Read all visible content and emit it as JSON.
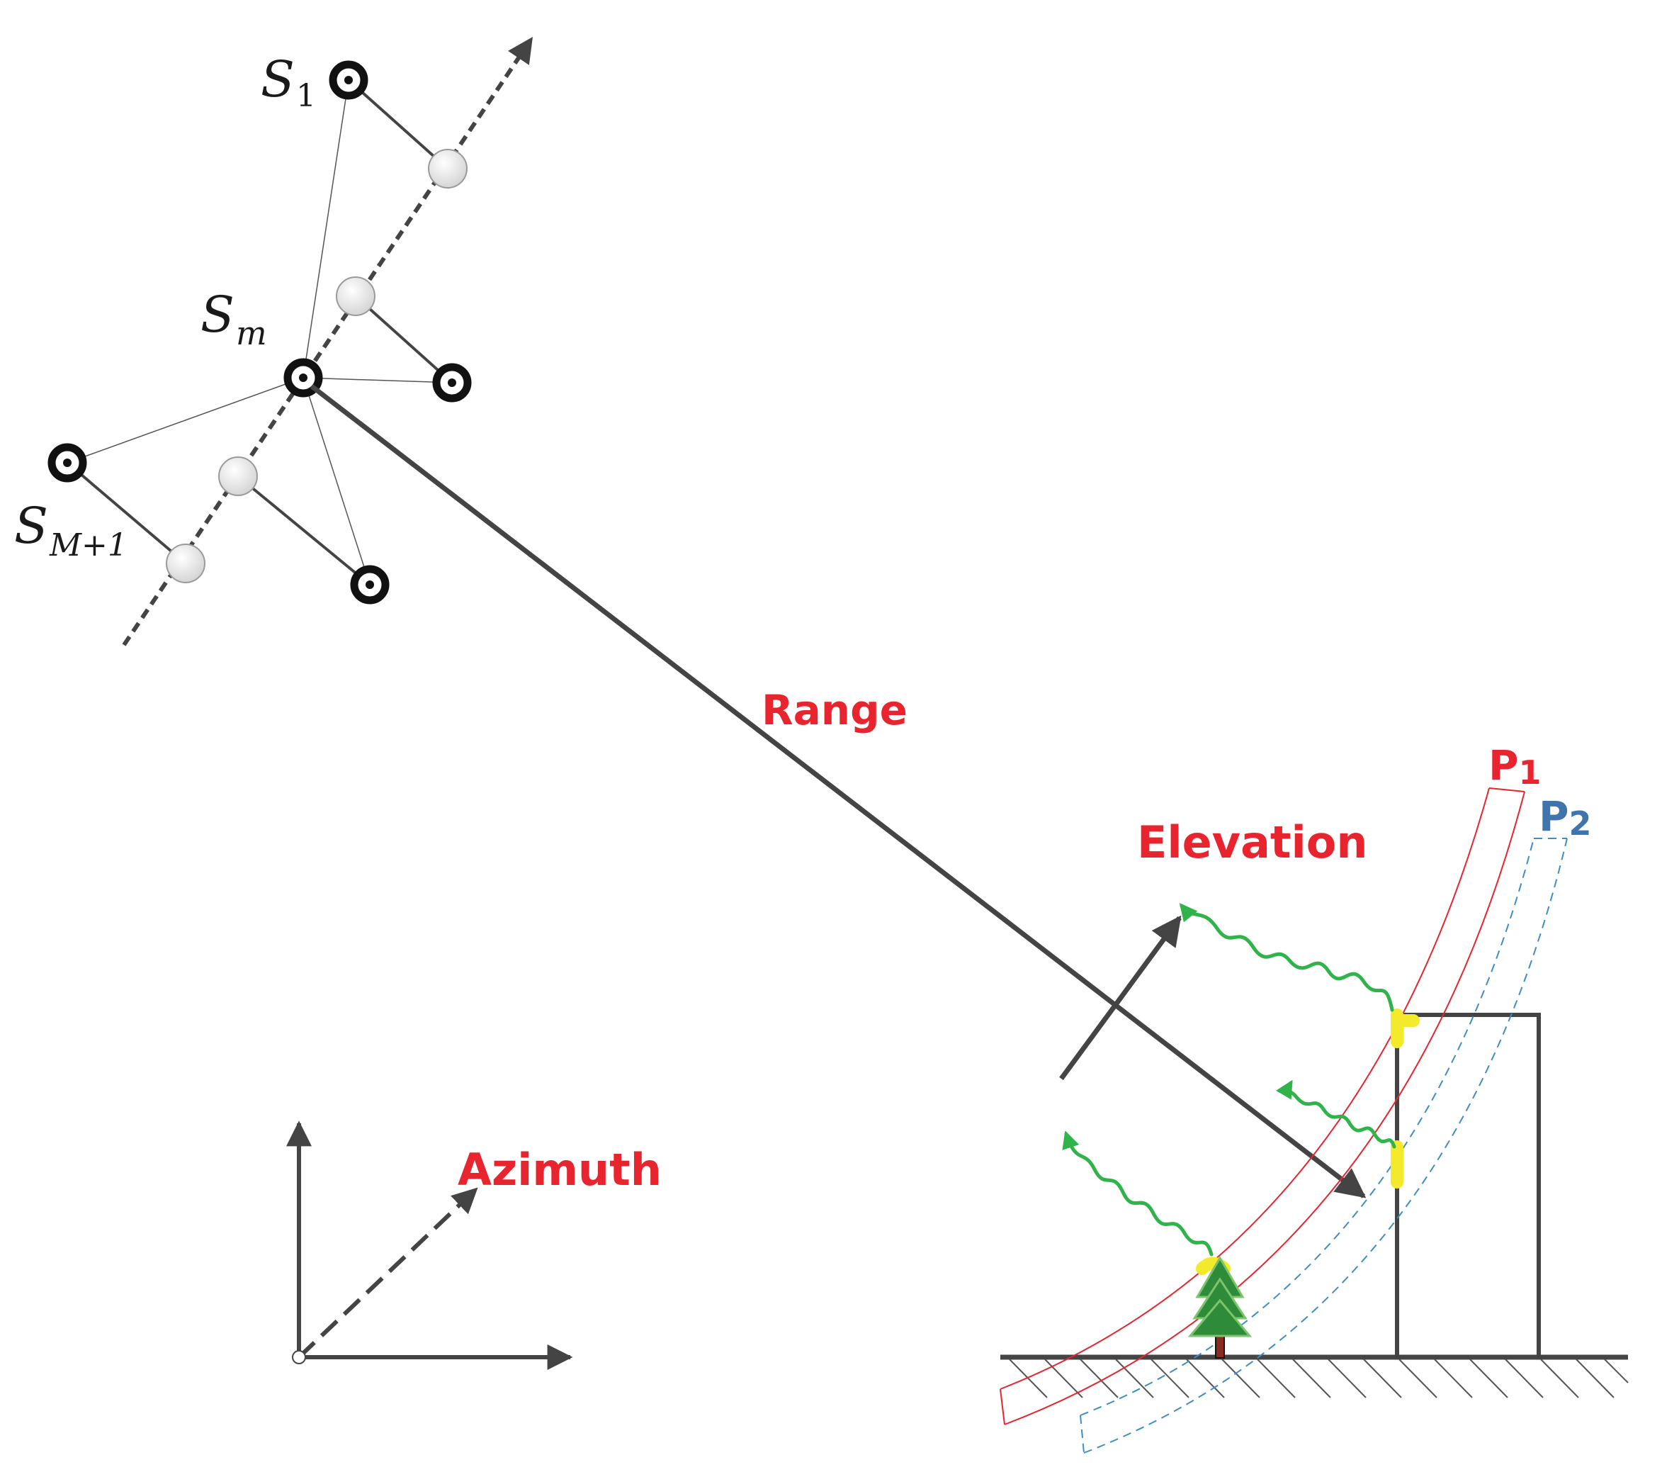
{
  "labels": {
    "range": "Range",
    "elevation": "Elevation",
    "azimuth": "Azimuth",
    "p1": "P",
    "p1_sub": "1",
    "p2": "P",
    "p2_sub": "2",
    "s1": "S",
    "s1_sub": "1",
    "sm": "S",
    "sm_sub": "m",
    "sM1": "S",
    "sM1_sub": "M+1"
  },
  "colors": {
    "primary_red": "#e8252f",
    "secondary_blue": "#3f74ad",
    "dark_gray": "#444444",
    "signal_green": "#2fb34a",
    "highlight_yellow": "#f2ea2a",
    "tree_green": "#2e8b3a"
  },
  "icons": {
    "tree": "tree-icon",
    "sensor": "sensor-node-icon"
  }
}
